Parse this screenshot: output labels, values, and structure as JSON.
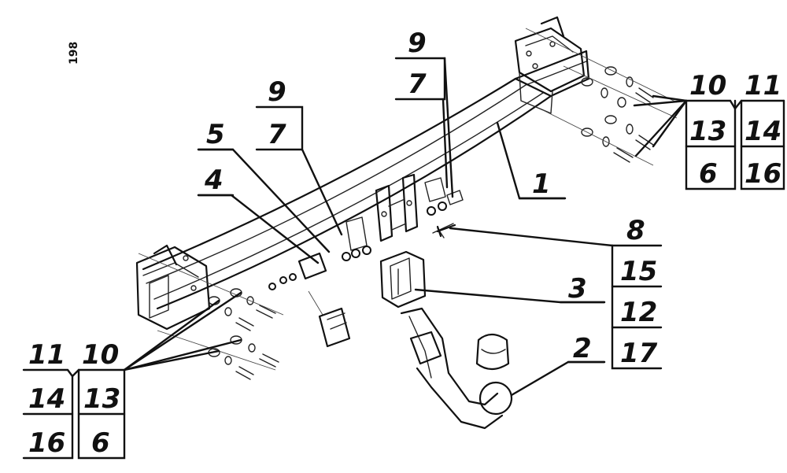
{
  "page_number": "198",
  "labels": {
    "l1": "1",
    "l2": "2",
    "l3": "3",
    "l4": "4",
    "l5": "5",
    "l8": "8",
    "top_mid_9": "9",
    "top_mid_7": "7",
    "top_right_9": "9",
    "top_right_7": "7",
    "right_10": "10",
    "right_11": "11",
    "right_13": "13",
    "right_14": "14",
    "right_6": "6",
    "right_16": "16",
    "left_11": "11",
    "left_10": "10",
    "left_14": "14",
    "left_13": "13",
    "left_16": "16",
    "left_6": "6",
    "mid_15": "15",
    "mid_12": "12",
    "mid_17": "17"
  }
}
